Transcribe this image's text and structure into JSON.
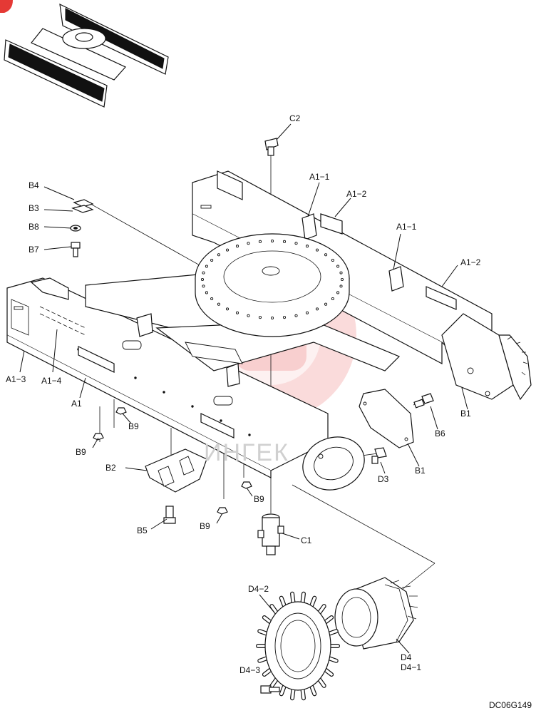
{
  "labels": {
    "C2": "C2",
    "A1_1_top": "A1−1",
    "A1_2_top": "A1−2",
    "A1_1_mid": "A1−1",
    "A1_2_mid": "A1−2",
    "B4": "B4",
    "B3": "B3",
    "B8": "B8",
    "B7": "B7",
    "A1_3": "A1−3",
    "A1_4": "A1−4",
    "A1": "A1",
    "B9_a": "B9",
    "B9_b": "B9",
    "B9_c": "B9",
    "B9_d": "B9",
    "B2": "B2",
    "B5": "B5",
    "C1": "C1",
    "B1_right": "B1",
    "B6": "B6",
    "B1_plate": "B1",
    "D3": "D3",
    "D4_2": "D4−2",
    "D4_3": "D4−3",
    "D4": "D4",
    "D4_1": "D4−1"
  },
  "drawing_code": "DC06G149",
  "watermark_text": "ИНГЕК",
  "colors": {
    "ink": "#111111",
    "watermark": "#e53935"
  }
}
